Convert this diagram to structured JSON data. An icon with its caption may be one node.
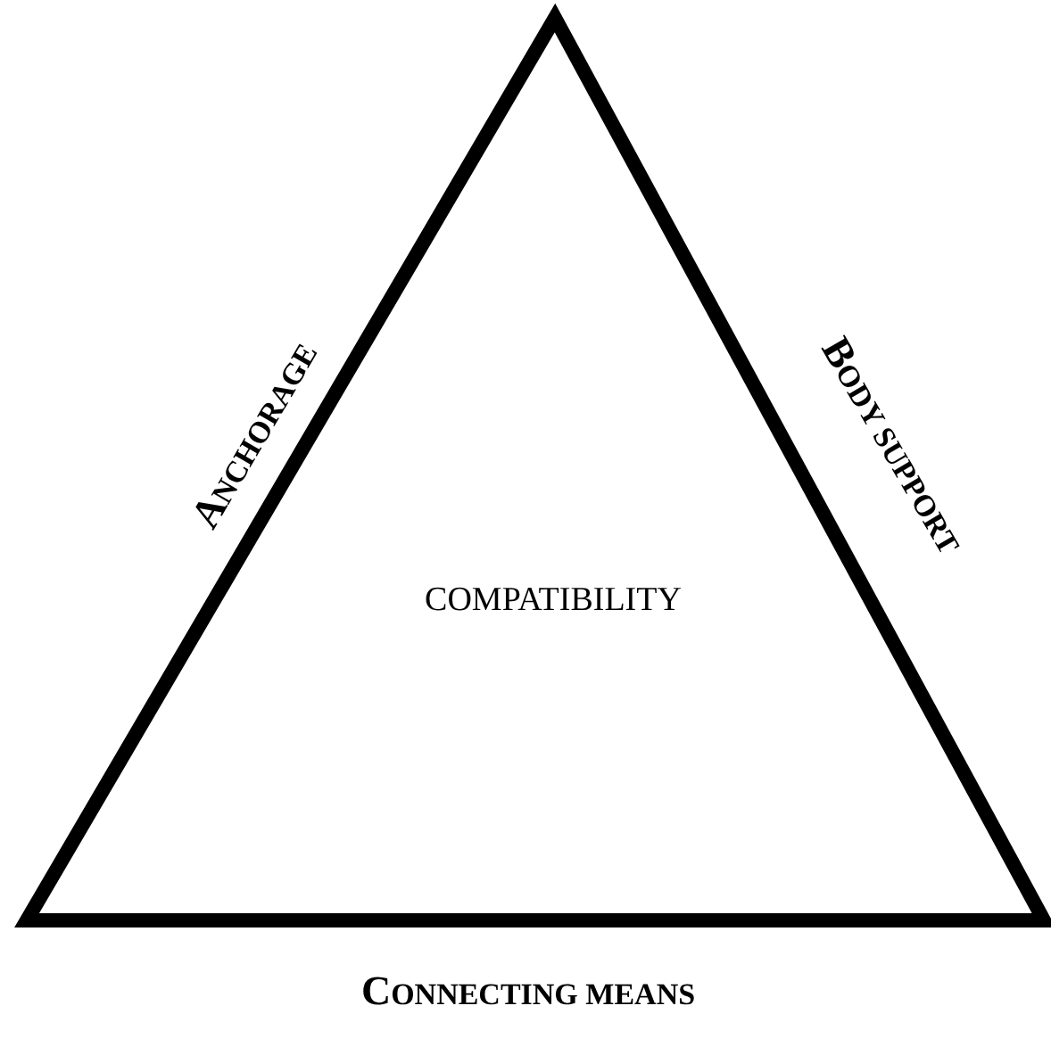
{
  "diagram": {
    "nodes": [
      {
        "text": [
          "COMPATIBILITY"
        ]
      }
    ],
    "labels": [
      "ANCHORAGE",
      "BODY SUPPORT",
      "CONNECTING MEANS"
    ]
  }
}
